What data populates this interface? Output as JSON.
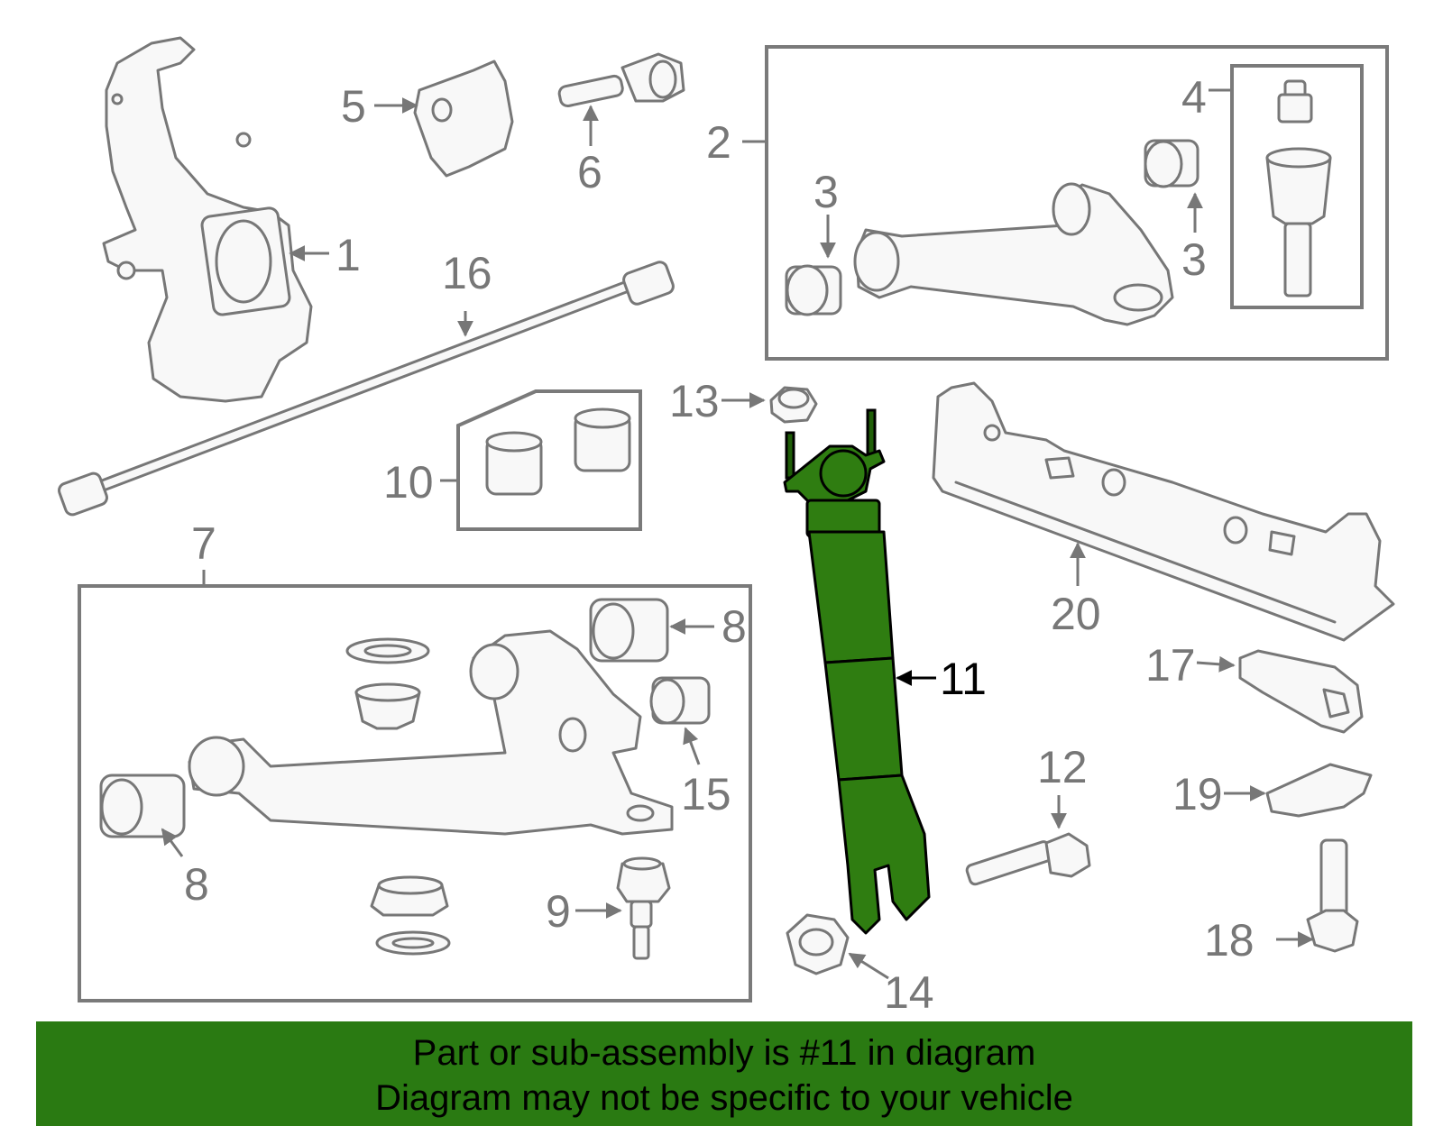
{
  "diagram": {
    "callouts": [
      {
        "id": "1",
        "label": "1"
      },
      {
        "id": "2",
        "label": "2"
      },
      {
        "id": "3a",
        "label": "3"
      },
      {
        "id": "3b",
        "label": "3"
      },
      {
        "id": "4",
        "label": "4"
      },
      {
        "id": "5",
        "label": "5"
      },
      {
        "id": "6",
        "label": "6"
      },
      {
        "id": "7",
        "label": "7"
      },
      {
        "id": "8a",
        "label": "8"
      },
      {
        "id": "8b",
        "label": "8"
      },
      {
        "id": "9",
        "label": "9"
      },
      {
        "id": "10",
        "label": "10"
      },
      {
        "id": "11",
        "label": "11"
      },
      {
        "id": "12",
        "label": "12"
      },
      {
        "id": "13",
        "label": "13"
      },
      {
        "id": "14",
        "label": "14"
      },
      {
        "id": "15",
        "label": "15"
      },
      {
        "id": "16",
        "label": "16"
      },
      {
        "id": "17",
        "label": "17"
      },
      {
        "id": "18",
        "label": "18"
      },
      {
        "id": "19",
        "label": "19"
      },
      {
        "id": "20",
        "label": "20"
      }
    ],
    "highlighted_part": "11",
    "highlight_color": "#2f7d11"
  },
  "banner": {
    "line1": "Part or sub-assembly is #11 in diagram",
    "line2": "Diagram may not be specific to your vehicle",
    "background": "#2a7a12"
  }
}
